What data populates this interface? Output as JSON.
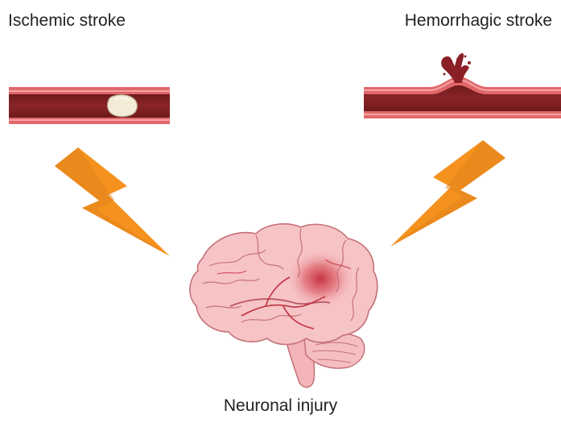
{
  "labels": {
    "ischemic": "Ischemic stroke",
    "hemorrhagic": "Hemorrhagic stroke",
    "outcome": "Neuronal injury"
  },
  "colors": {
    "vessel_wall": "#e2676a",
    "vessel_lumen": "#7d1f22",
    "clot": "#f3ead8",
    "blood_splash": "#8a1f26",
    "lightning": "#f5921e",
    "brain_fill": "#f7c4c6",
    "brain_line": "#c47079",
    "lesion": "#c42a3a"
  },
  "icons": {
    "ischemic_vessel": "blocked-vessel-icon",
    "hemorrhagic_vessel": "ruptured-vessel-icon",
    "left_bolt": "lightning-bolt-icon",
    "right_bolt": "lightning-bolt-icon",
    "brain": "brain-icon"
  }
}
